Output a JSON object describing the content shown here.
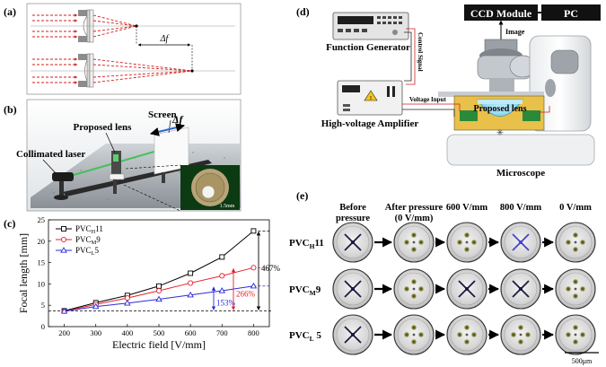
{
  "panels": {
    "a": {
      "label": "(a)",
      "delta_f": "Δf"
    },
    "b": {
      "label": "(b)",
      "screen": "Screen",
      "lens": "Proposed lens",
      "laser": "Collimated laser",
      "delta_f": "Δf",
      "scale": "1.5mm"
    },
    "c": {
      "label": "(c)"
    },
    "d": {
      "label": "(d)",
      "ccd": "CCD Module",
      "pc": "PC",
      "image": "Image",
      "function_generator": "Function Generator",
      "control_signal": "Control Signal",
      "hv_amplifier": "High-voltage Amplifier",
      "voltage_input": "Voltage Input",
      "lens": "Proposed lens",
      "microscope": "Microscope"
    },
    "e": {
      "label": "(e)",
      "columns": [
        "Before pressure",
        "After pressure (0 V/mm)",
        "600 V/mm",
        "800 V/mm",
        "0 V/mm"
      ],
      "rows": [
        {
          "main": "PVC",
          "sub": "H",
          "tail": "11"
        },
        {
          "main": "PVC",
          "sub": "M",
          "tail": "9"
        },
        {
          "main": "PVC",
          "sub": "L",
          "tail": " 5"
        }
      ],
      "scale": "500μm"
    }
  },
  "chart_data": {
    "type": "line",
    "xlabel": "Electric field [V/mm]",
    "ylabel": "Focal length [mm]",
    "x": [
      200,
      300,
      400,
      500,
      600,
      700,
      800
    ],
    "xticks": [
      "200",
      "300",
      "400",
      "500",
      "600",
      "700",
      "800"
    ],
    "yticks": [
      "0",
      "5",
      "10",
      "15",
      "20",
      "25"
    ],
    "xlim": [
      150,
      850
    ],
    "ylim": [
      0,
      25
    ],
    "grid": false,
    "legend_position": "top-left",
    "series": [
      {
        "name": "PVCH11",
        "label_main": "PVC",
        "label_sub": "H",
        "label_tail": "11",
        "color": "#000000",
        "marker": "square",
        "values": [
          3.7,
          5.6,
          7.3,
          9.5,
          12.5,
          16.3,
          22.4
        ]
      },
      {
        "name": "PVCM9",
        "label_main": "PVC",
        "label_sub": "M",
        "label_tail": "9",
        "color": "#e8202a",
        "marker": "circle",
        "values": [
          3.6,
          5.2,
          6.7,
          8.4,
          10.2,
          11.9,
          13.8
        ]
      },
      {
        "name": "PVCL5",
        "label_main": "PVC",
        "label_sub": "L",
        "label_tail": "5",
        "color": "#2b2bd8",
        "marker": "triangle",
        "values": [
          3.6,
          4.7,
          5.5,
          6.4,
          7.4,
          8.4,
          9.5
        ]
      }
    ],
    "annotations": [
      {
        "text": "153%",
        "color": "#2b2bd8"
      },
      {
        "text": "266%",
        "color": "#e8202a"
      },
      {
        "text": "467%",
        "color": "#000000"
      }
    ]
  }
}
